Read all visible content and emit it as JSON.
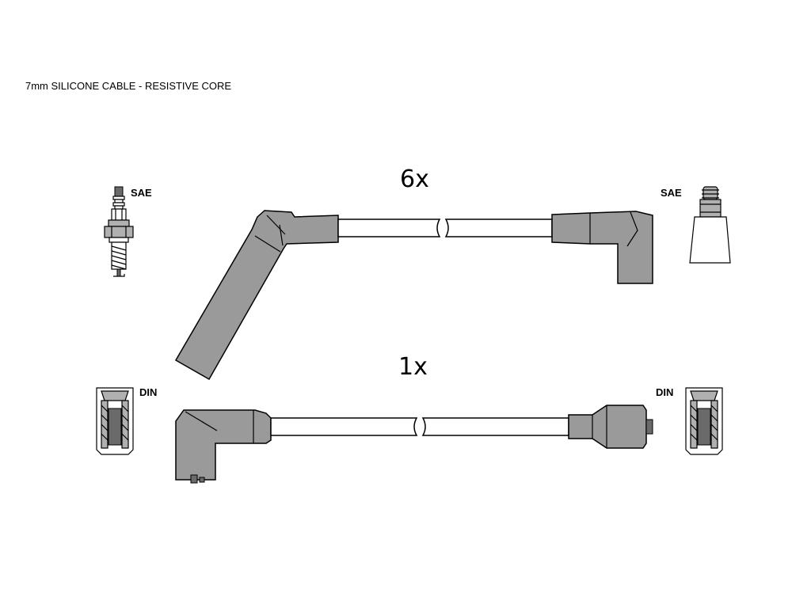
{
  "caption": "7mm SILICONE CABLE - RESISTIVE CORE",
  "leads": [
    {
      "quantity": "6x"
    },
    {
      "quantity": "1x"
    }
  ],
  "labels": {
    "spark_plug_standard": "SAE",
    "adapter_standard": "SAE",
    "din_left": "DIN",
    "din_right": "DIN"
  },
  "icons": [
    "spark-plug-icon",
    "sae-terminal-icon",
    "din-socket-icon"
  ],
  "colors": {
    "boot": "#9a9a9a",
    "cable": "#ffffff",
    "line": "#000000"
  }
}
